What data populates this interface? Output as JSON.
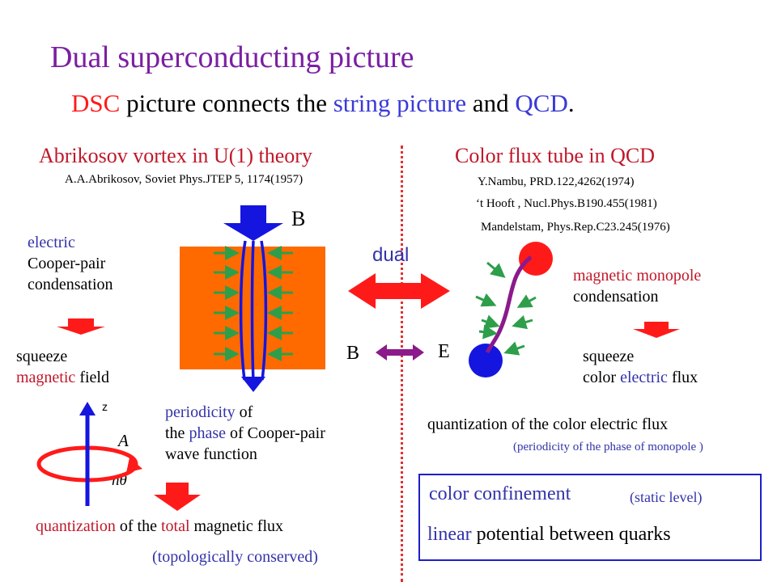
{
  "title": "Dual superconducting picture",
  "subtitle": {
    "p1": "DSC",
    "p2": " picture connects the ",
    "p3": "string picture",
    "p4": " and ",
    "p5": "QCD",
    "p6": "."
  },
  "left": {
    "heading": "Abrikosov vortex in U(1) theory",
    "ref": "A.A.Abrikosov, Soviet Phys.JTEP 5, 1174(1957)",
    "b_label": "B",
    "condensation": {
      "line1": "electric",
      "line2": "Cooper-pair",
      "line3": "condensation"
    },
    "squeeze": {
      "line1": "squeeze",
      "line2a": "magnetic",
      "line2b": " field"
    },
    "z_label": "z",
    "a_label": "A",
    "ntheta_label": "nθ",
    "periodicity": {
      "line1a": "periodicity",
      "line1b": " of",
      "line2a": "the ",
      "line2b": "phase",
      "line2c": " of Cooper-pair",
      "line3": "wave function"
    },
    "quantization": {
      "a": "quantization",
      "b": " of the ",
      "c": "total",
      "d": " magnetic flux"
    },
    "topological": "(topologically conserved)"
  },
  "center": {
    "dual_label": "dual",
    "b_label": "B",
    "e_label": "E"
  },
  "right": {
    "heading": "Color flux tube in QCD",
    "refs": [
      "Y.Nambu, PRD.122,4262(1974)",
      "‘t Hooft , Nucl.Phys.B190.455(1981)",
      "Mandelstam, Phys.Rep.C23.245(1976)"
    ],
    "condensation": {
      "line1a": "magnetic",
      "line1b": " monopole",
      "line2": "condensation"
    },
    "squeeze": {
      "line1": "squeeze",
      "line2a": "color ",
      "line2b": "electric",
      "line2c": " flux"
    },
    "quantization": "quantization of the color electric flux",
    "quantization_note": "(periodicity of the phase of monopole )",
    "confinement": {
      "label": "color confinement",
      "note": "(static level)",
      "line2a": "linear",
      "line2b": " potential between quarks"
    }
  },
  "colors": {
    "title": "#7b1fa2",
    "accent_red": "#ff1a1a",
    "accent_blue": "#3a3ad6",
    "orange_block": "#ff6a00",
    "arrow_green": "#2e9e4a",
    "box_border": "#1e1ec8"
  }
}
